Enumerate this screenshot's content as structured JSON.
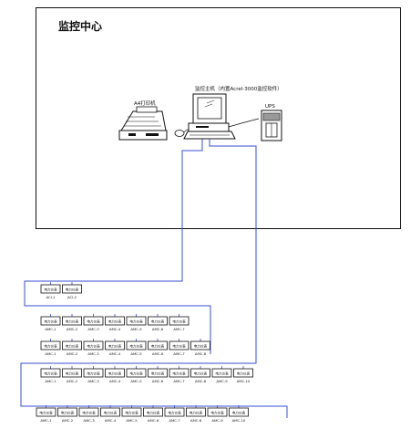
{
  "monitoring_center": {
    "title": "监控中心",
    "host_label": "监控主机（内置Acrel-3000监控软件）",
    "printer_label": "A4打印机",
    "ups_label": "UPS"
  },
  "colors": {
    "bus_line": "#3a4fd6",
    "outline": "#111111",
    "text": "#111111"
  },
  "field_devices": {
    "module_label": "电力仪表",
    "rows": [
      {
        "ids": [
          "ACI-1",
          "ACI-2"
        ]
      },
      {
        "ids": [
          "AMC-1",
          "AMC-2",
          "AMC-3",
          "AMC-4",
          "AMC-5",
          "AMC-6",
          "AMC-7"
        ]
      },
      {
        "ids": [
          "AMC-1",
          "AMC-2",
          "AMC-3",
          "AMC-4",
          "AMC-5",
          "AMC-6",
          "AMC-7",
          "AMC-8"
        ]
      },
      {
        "ids": [
          "AMC-1",
          "AMC-2",
          "AMC-3",
          "AMC-4",
          "AMC-5",
          "AMC-6",
          "AMC-7",
          "AMC-8",
          "AMC-9",
          "AMC-10"
        ]
      },
      {
        "ids": [
          "AMC-1",
          "AMC-2",
          "AMC-3",
          "AMC-4",
          "AMC-5",
          "AMC-6",
          "AMC-7",
          "AMC-8",
          "AMC-9",
          "AMC-10"
        ]
      }
    ]
  }
}
